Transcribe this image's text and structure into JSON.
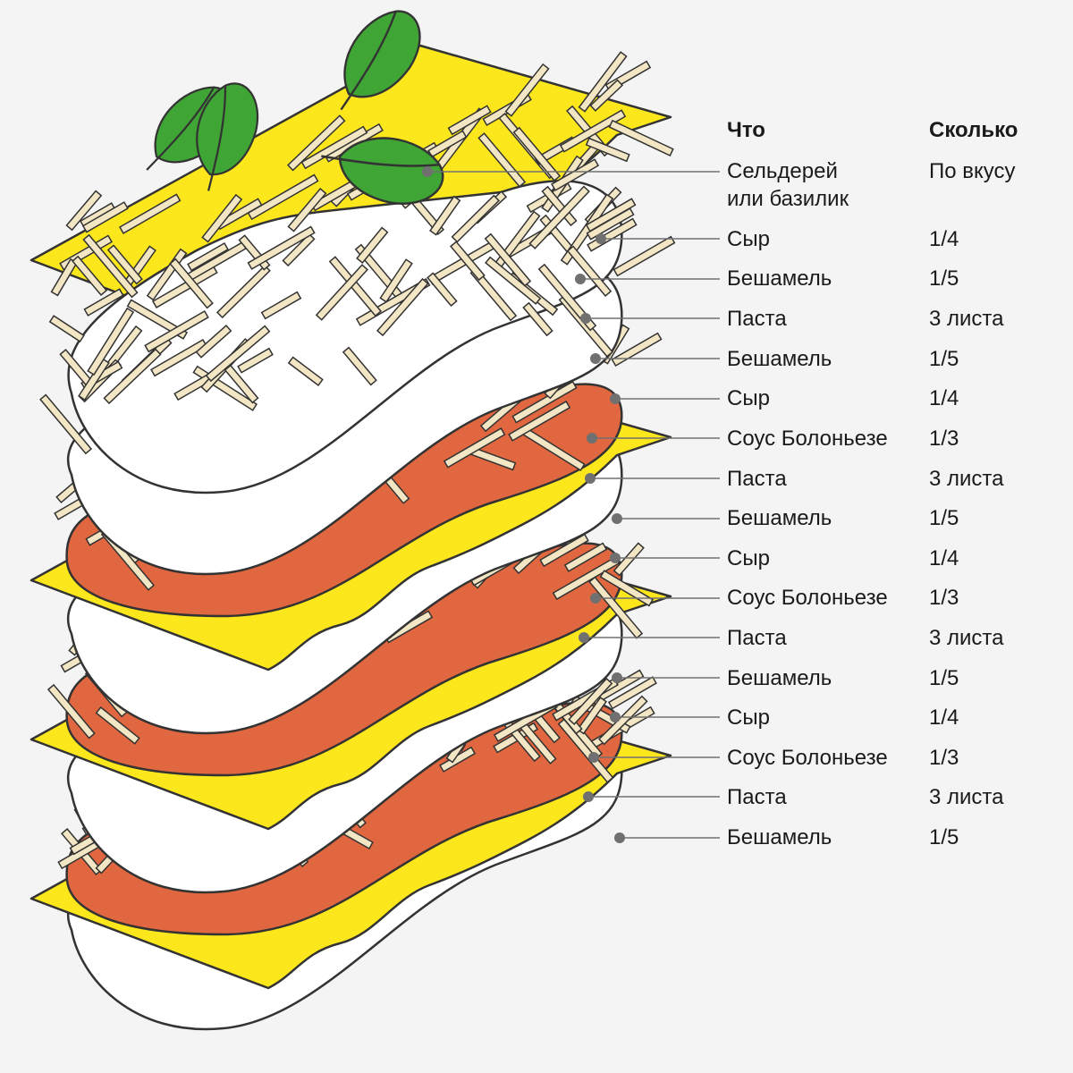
{
  "table": {
    "header_what": "Что",
    "header_qty": "Сколько",
    "rows": [
      {
        "what": "Сельдерей\nили базилик",
        "qty": "По вкусу"
      },
      {
        "what": "Сыр",
        "qty": "1/4"
      },
      {
        "what": "Бешамель",
        "qty": "1/5"
      },
      {
        "what": "Паста",
        "qty": "3 листа"
      },
      {
        "what": "Бешамель",
        "qty": "1/5"
      },
      {
        "what": "Сыр",
        "qty": "1/4"
      },
      {
        "what": "Соус Болоньезе",
        "qty": "1/3"
      },
      {
        "what": "Паста",
        "qty": "3 листа"
      },
      {
        "what": "Бешамель",
        "qty": "1/5"
      },
      {
        "what": "Сыр",
        "qty": "1/4"
      },
      {
        "what": "Соус Болоньезе",
        "qty": "1/3"
      },
      {
        "what": "Паста",
        "qty": "3 листа"
      },
      {
        "what": "Бешамель",
        "qty": "1/5"
      },
      {
        "what": "Сыр",
        "qty": "1/4"
      },
      {
        "what": "Соус Болоньезе",
        "qty": "1/3"
      },
      {
        "what": "Паста",
        "qty": "3 листа"
      },
      {
        "what": "Бешамель",
        "qty": "1/5"
      }
    ]
  },
  "colors": {
    "background": "#f4f4f4",
    "bechamel": "#ffffff",
    "pasta": "#fce61c",
    "sauce": "#e0673f",
    "cheese": "#f3e6c4",
    "basil": "#3fa535",
    "outline": "#333333",
    "pointer": "#707070"
  }
}
